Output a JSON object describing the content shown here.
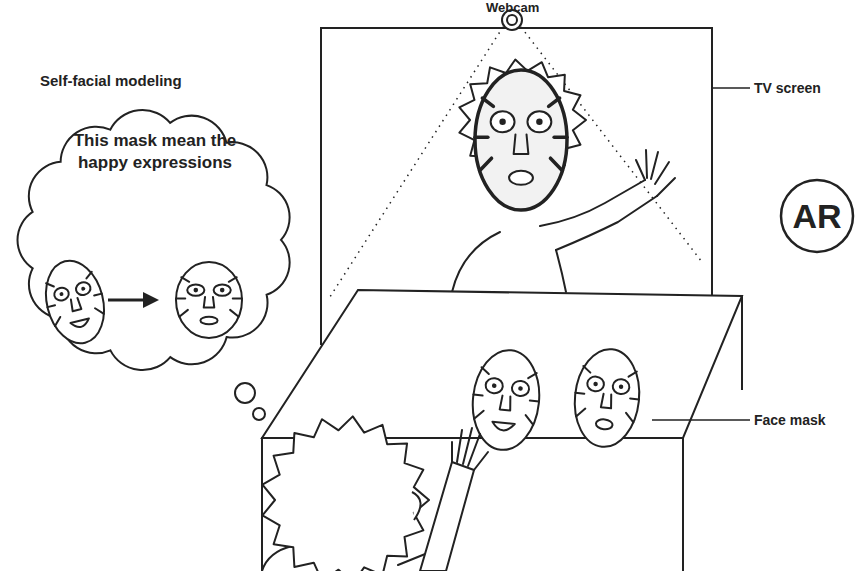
{
  "diagram": {
    "nodes": [
      {
        "text": [
          "Self-facial modeling",
          "This mask mean the happy expressions"
        ]
      },
      {
        "text": [
          "AR"
        ]
      }
    ],
    "labels": [
      "Webcam",
      "TV screen",
      "Face mask"
    ]
  }
}
